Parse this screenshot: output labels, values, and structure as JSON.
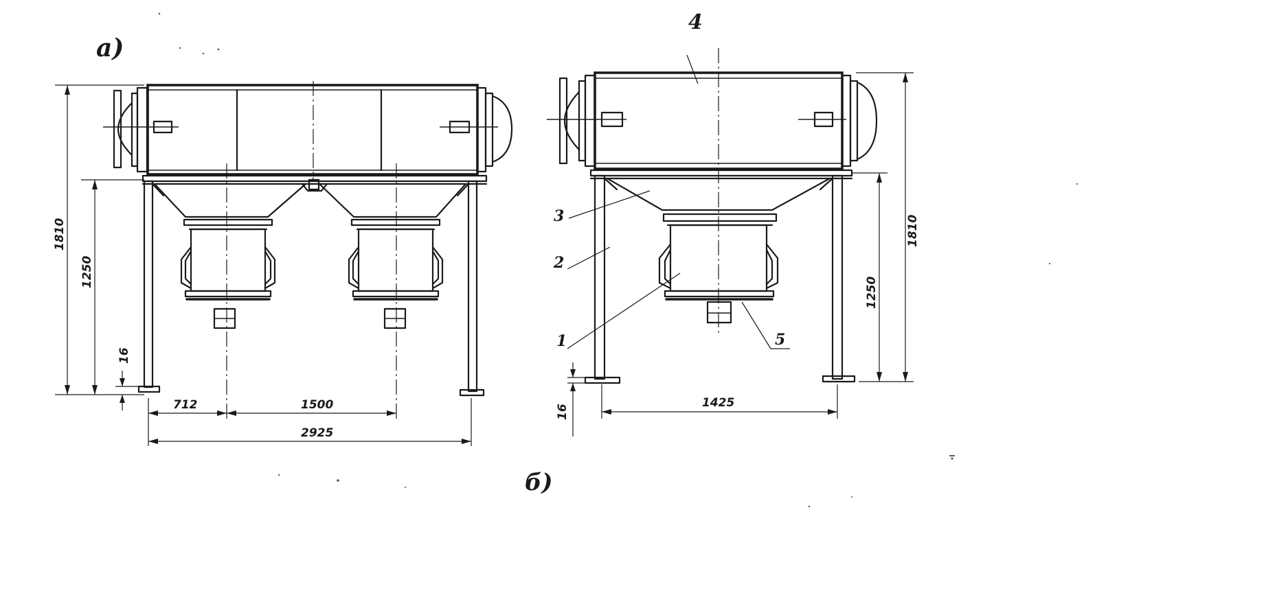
{
  "view_labels": {
    "a": "а)",
    "b": "б)"
  },
  "left_view": {
    "dims": {
      "total_height": "1810",
      "frame_height": "1250",
      "foot_thickness": "16",
      "offset": "712",
      "spacing": "1500",
      "total_length": "2925"
    }
  },
  "right_view": {
    "dims": {
      "total_height": "1810",
      "frame_height": "1250",
      "foot_thickness": "16",
      "width": "1425"
    },
    "callouts": [
      "1",
      "2",
      "3",
      "4",
      "5"
    ]
  }
}
